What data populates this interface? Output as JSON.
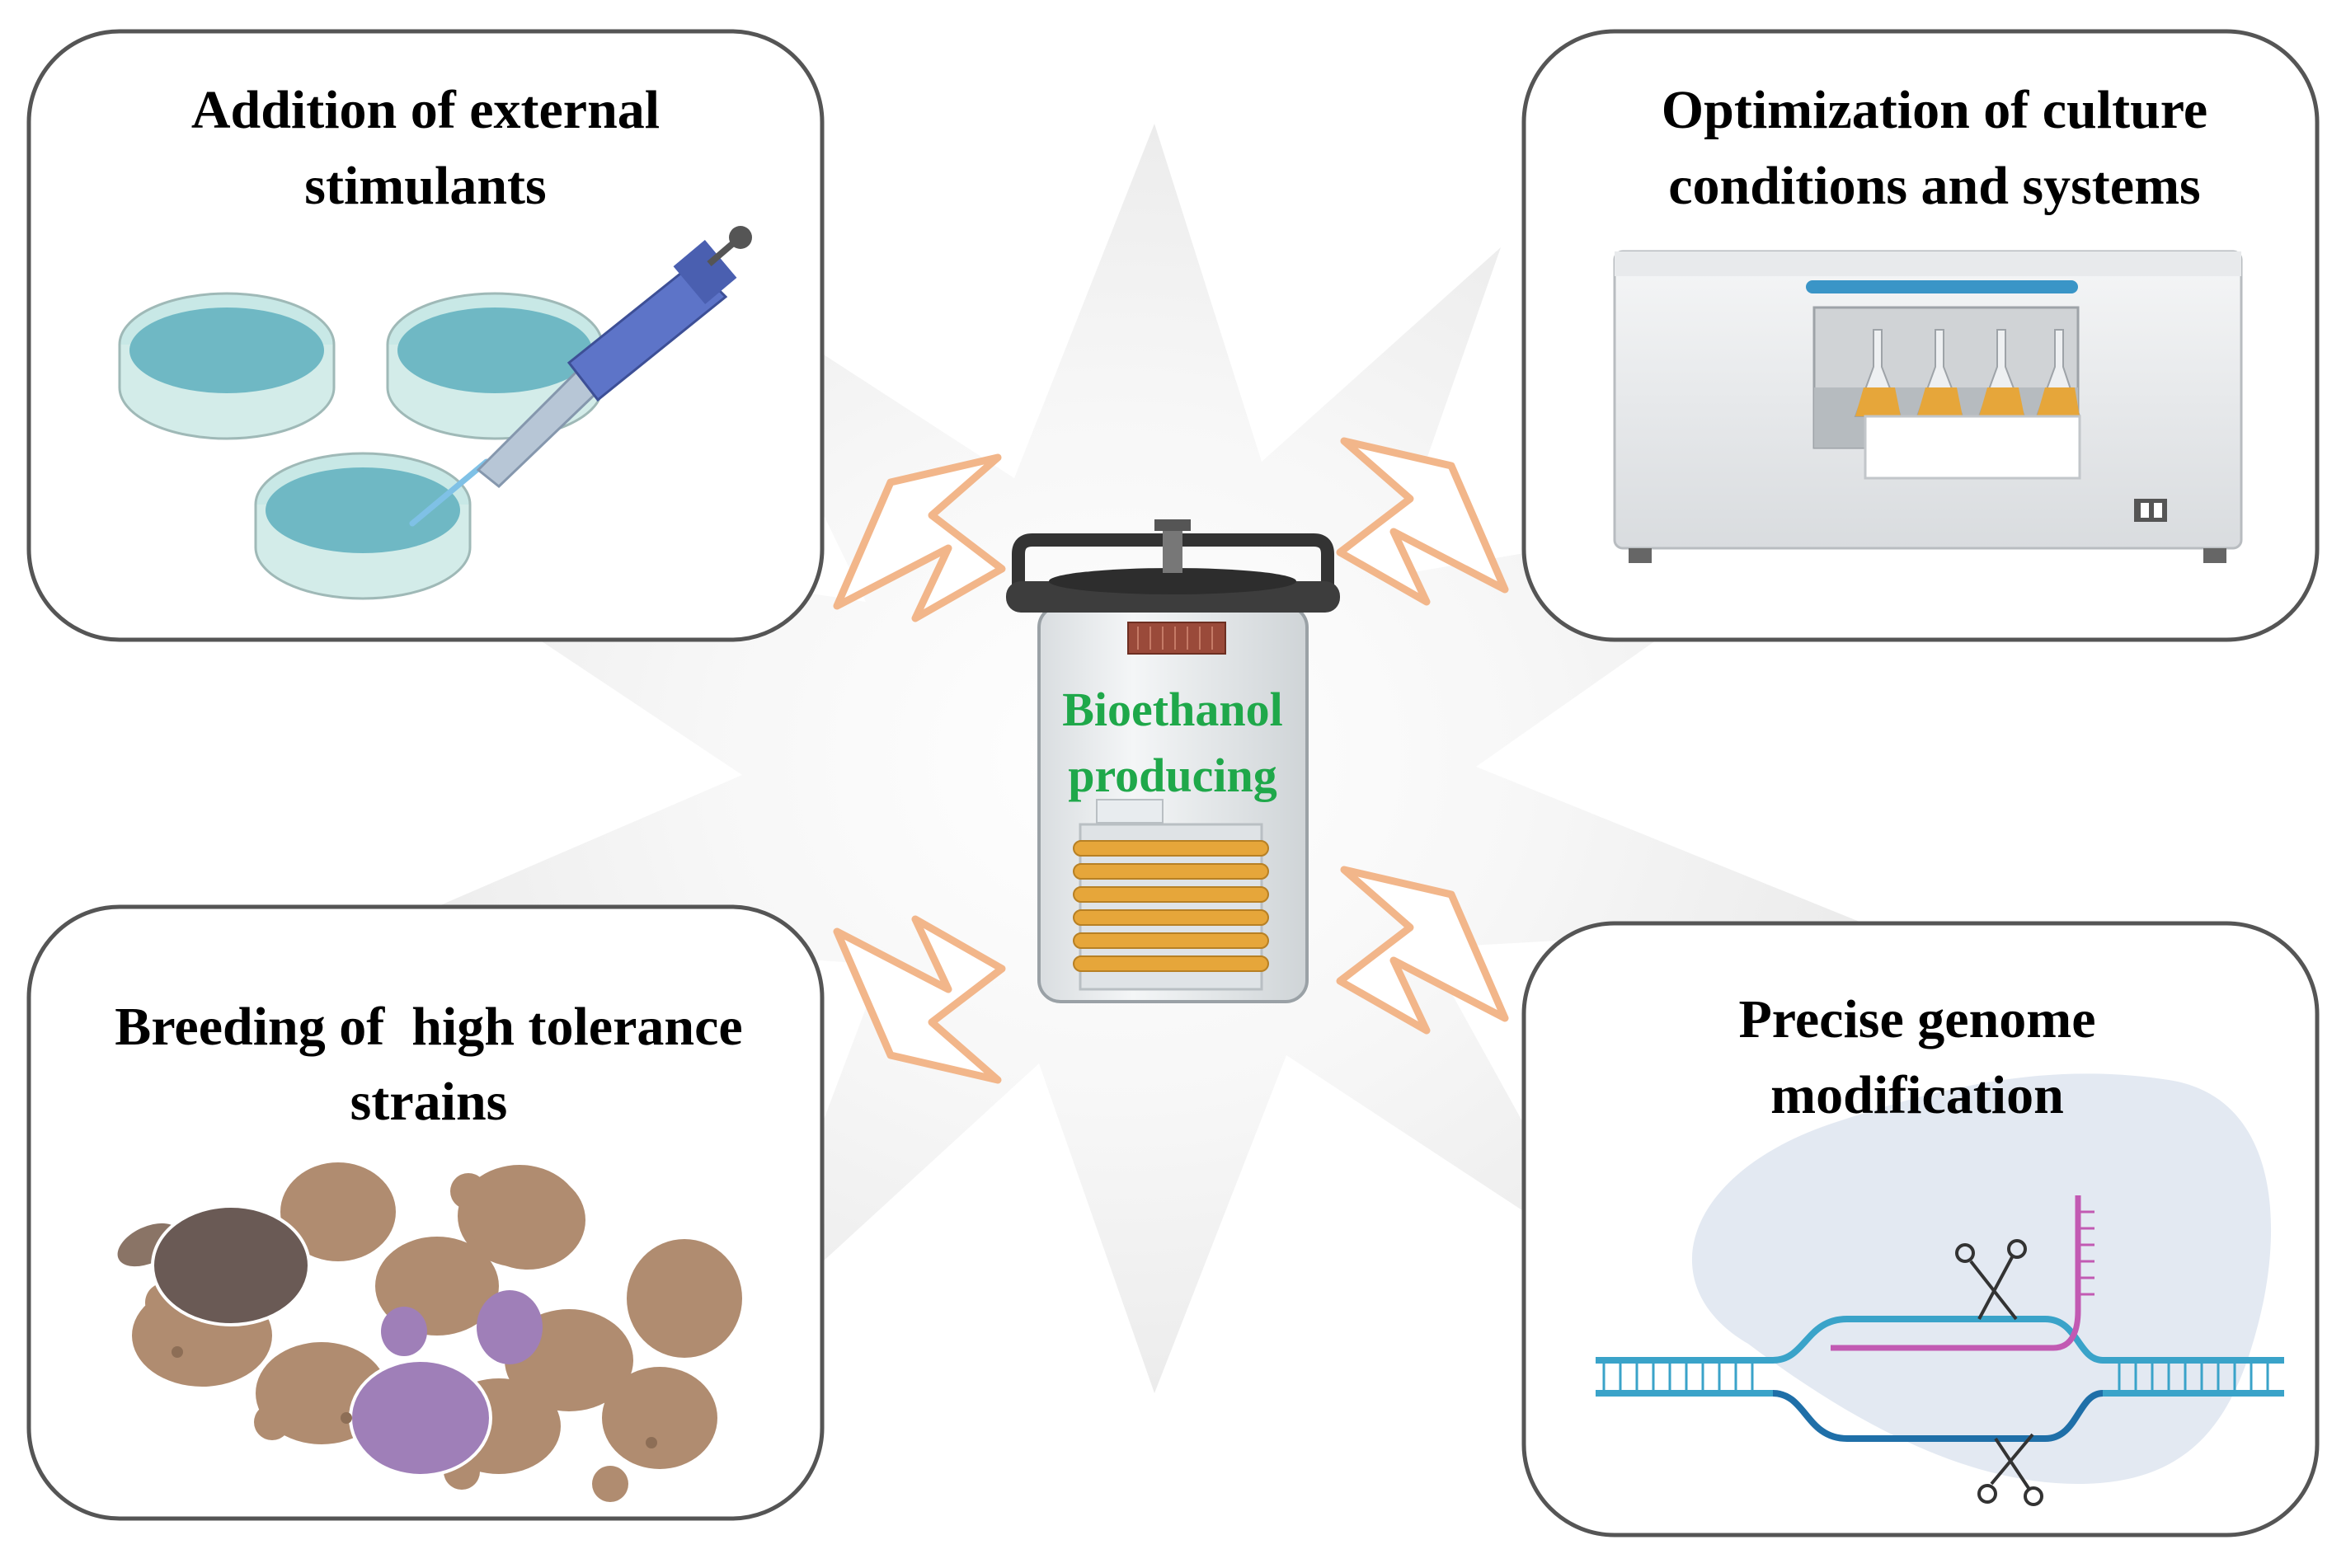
{
  "center": {
    "label_line1": "Bioethanol",
    "label_line2": "producing",
    "label_color": "#1fa84a",
    "icon": "anaerobic-jar-icon"
  },
  "panels": {
    "top_left": {
      "title_line1": "Addition of external",
      "title_line2": "stimulants",
      "icon": "petri-dish-pipette-icon"
    },
    "top_right": {
      "title_line1": "Optimization of culture",
      "title_line2": "conditions and systems",
      "icon": "shaking-incubator-icon"
    },
    "bottom_left": {
      "title_line1": "Breeding of  high tolerance",
      "title_line2": "strains",
      "icon": "yeast-cells-icon"
    },
    "bottom_right": {
      "title_line1": "Precise genome",
      "title_line2": "modification",
      "icon": "dna-crispr-icon"
    }
  },
  "colors": {
    "arrow_stroke": "#f2b68a",
    "panel_border": "#555555",
    "burst": "#f3f3f3",
    "media": "#7fbfc9",
    "culture": "#e6a63a",
    "yeast": "#b08c70",
    "yeast_purple": "#9f7fb8",
    "dna": "#3aa3c9",
    "rna": "#c25ab3"
  }
}
